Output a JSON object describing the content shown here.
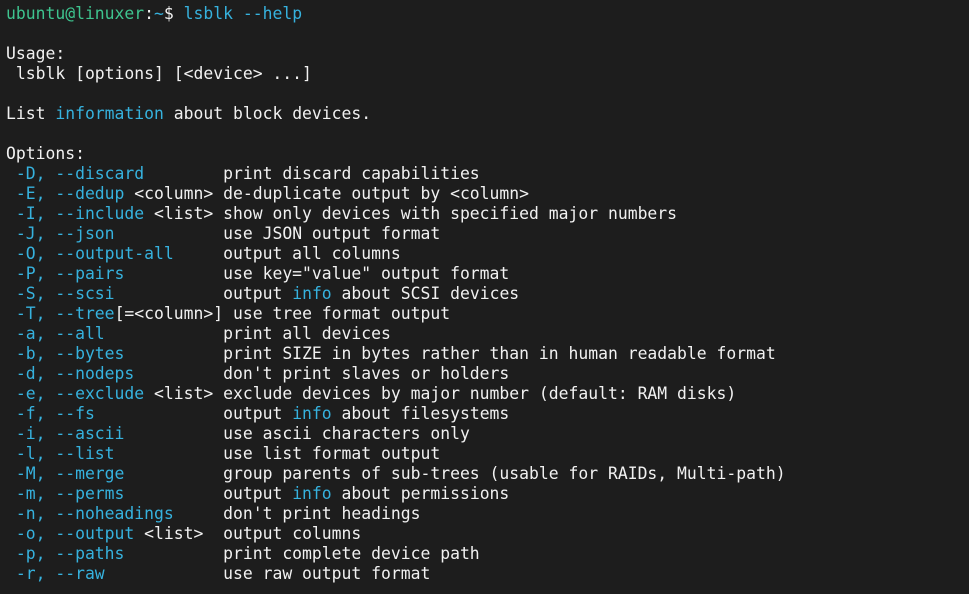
{
  "colors": {
    "background": "#1d1d1d",
    "foreground": "#f1f1f1",
    "cyan": "#36b2de",
    "green": "#3ec48f"
  },
  "terminal": {
    "prompt": {
      "user_host": "ubuntu@linuxer",
      "separator": ":",
      "path": "~",
      "symbol": "$ ",
      "command": "lsblk --help"
    },
    "usage": {
      "header": "Usage:",
      "syntax": " lsblk [options] [<device> ...]"
    },
    "description_segments": [
      [
        "List ",
        false
      ],
      [
        "information",
        true
      ],
      [
        " about block devices.",
        false
      ]
    ],
    "options_header": "Options:",
    "options": [
      {
        "flags": "-D, --discard",
        "arg": "",
        "desc": [
          [
            "print discard capabilities",
            false
          ]
        ]
      },
      {
        "flags": "-E, --dedup",
        "arg": " <column>",
        "desc": [
          [
            "de-duplicate output by <column>",
            false
          ]
        ]
      },
      {
        "flags": "-I, --include",
        "arg": " <list>",
        "desc": [
          [
            "show only devices with specified major numbers",
            false
          ]
        ]
      },
      {
        "flags": "-J, --json",
        "arg": "",
        "desc": [
          [
            "use JSON output format",
            false
          ]
        ]
      },
      {
        "flags": "-O, --output-all",
        "arg": "",
        "desc": [
          [
            "output all columns",
            false
          ]
        ]
      },
      {
        "flags": "-P, --pairs",
        "arg": "",
        "desc": [
          [
            "use key=\"value\" output format",
            false
          ]
        ]
      },
      {
        "flags": "-S, --scsi",
        "arg": "",
        "desc": [
          [
            "output ",
            false
          ],
          [
            "info",
            true
          ],
          [
            " about SCSI devices",
            false
          ]
        ]
      },
      {
        "flags": "-T, --tree",
        "arg": "[=<column>]",
        "desc": [
          [
            "use tree format output",
            false
          ]
        ]
      },
      {
        "flags": "-a, --all",
        "arg": "",
        "desc": [
          [
            "print all devices",
            false
          ]
        ]
      },
      {
        "flags": "-b, --bytes",
        "arg": "",
        "desc": [
          [
            "print SIZE in bytes rather than in human readable format",
            false
          ]
        ]
      },
      {
        "flags": "-d, --nodeps",
        "arg": "",
        "desc": [
          [
            "don't print slaves or holders",
            false
          ]
        ]
      },
      {
        "flags": "-e, --exclude",
        "arg": " <list>",
        "desc": [
          [
            "exclude devices by major number (default: RAM disks)",
            false
          ]
        ]
      },
      {
        "flags": "-f, --fs",
        "arg": "",
        "desc": [
          [
            "output ",
            false
          ],
          [
            "info",
            true
          ],
          [
            " about filesystems",
            false
          ]
        ]
      },
      {
        "flags": "-i, --ascii",
        "arg": "",
        "desc": [
          [
            "use ascii characters only",
            false
          ]
        ]
      },
      {
        "flags": "-l, --list",
        "arg": "",
        "desc": [
          [
            "use list format output",
            false
          ]
        ]
      },
      {
        "flags": "-M, --merge",
        "arg": "",
        "desc": [
          [
            "group parents of sub-trees (usable for RAIDs, Multi-path)",
            false
          ]
        ]
      },
      {
        "flags": "-m, --perms",
        "arg": "",
        "desc": [
          [
            "output ",
            false
          ],
          [
            "info",
            true
          ],
          [
            " about permissions",
            false
          ]
        ]
      },
      {
        "flags": "-n, --noheadings",
        "arg": "",
        "desc": [
          [
            "don't print headings",
            false
          ]
        ]
      },
      {
        "flags": "-o, --output",
        "arg": " <list>",
        "desc": [
          [
            "output columns",
            false
          ]
        ]
      },
      {
        "flags": "-p, --paths",
        "arg": "",
        "desc": [
          [
            "print complete device path",
            false
          ]
        ]
      },
      {
        "flags": "-r, --raw",
        "arg": "",
        "desc": [
          [
            "use raw output format",
            false
          ]
        ]
      }
    ]
  }
}
